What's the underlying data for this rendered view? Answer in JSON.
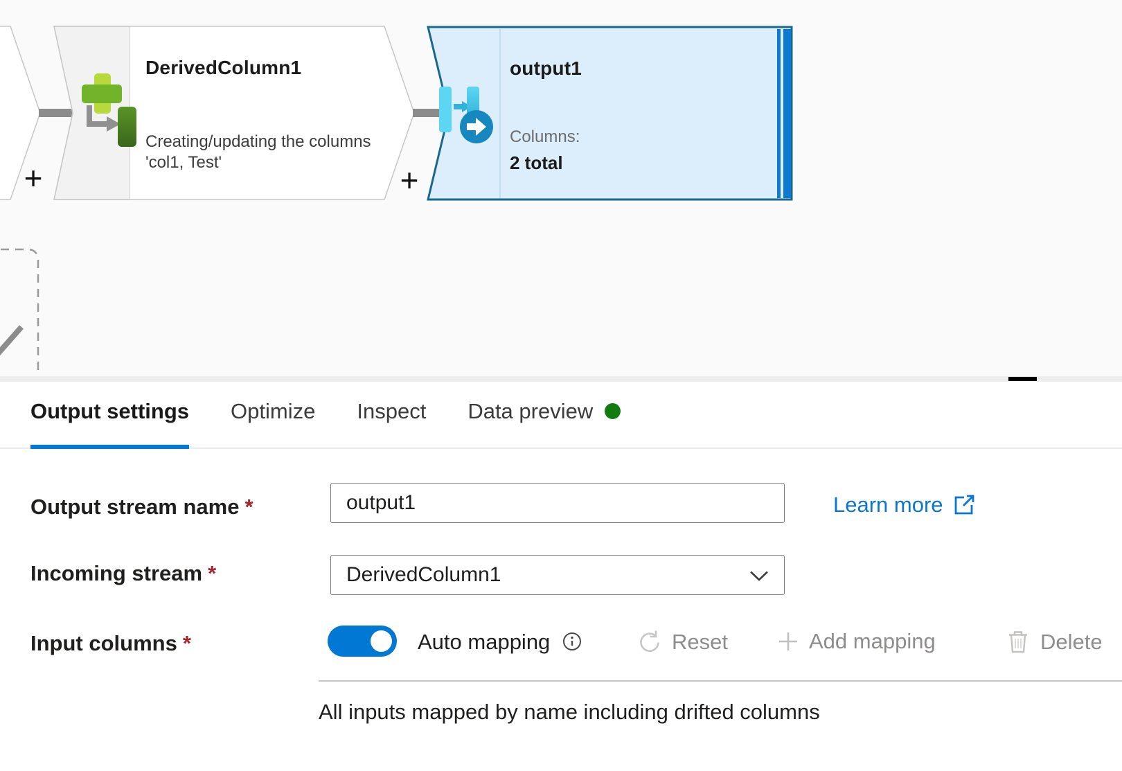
{
  "canvas": {
    "add_symbol": "+",
    "nodes": {
      "derived_column": {
        "title": "DerivedColumn1",
        "description_lines": [
          "Creating/updating the columns",
          "'col1, Test'"
        ]
      },
      "output": {
        "title": "output1",
        "columns_label": "Columns:",
        "columns_value": "2 total",
        "selected": true
      }
    }
  },
  "panel": {
    "tabs": [
      {
        "label": "Output settings",
        "active": true
      },
      {
        "label": "Optimize",
        "active": false
      },
      {
        "label": "Inspect",
        "active": false
      },
      {
        "label": "Data preview",
        "active": false,
        "has_status_dot": true
      }
    ],
    "fields": {
      "output_stream": {
        "label": "Output stream name",
        "required_mark": "*",
        "value": "output1"
      },
      "incoming_stream": {
        "label": "Incoming stream",
        "required_mark": "*",
        "value": "DerivedColumn1"
      },
      "input_columns": {
        "label": "Input columns",
        "required_mark": "*"
      }
    },
    "learn_more_label": "Learn more",
    "toolbar": {
      "auto_mapping_label": "Auto mapping",
      "auto_mapping_enabled": true,
      "reset_label": "Reset",
      "add_mapping_label": "Add mapping",
      "delete_label": "Delete"
    },
    "empty_message": "All inputs mapped by name including drifted columns"
  },
  "colors": {
    "accent": "#0078d4",
    "status_dot_green": "#107c10",
    "required_red": "#a4262c",
    "selected_node_border": "#19688e",
    "selected_node_fill": "#dceefb",
    "sink_stripe_blue": "#0d7ad1",
    "disabled_text": "#8f8d8b",
    "disabled_icon": "#c8c6c4"
  }
}
